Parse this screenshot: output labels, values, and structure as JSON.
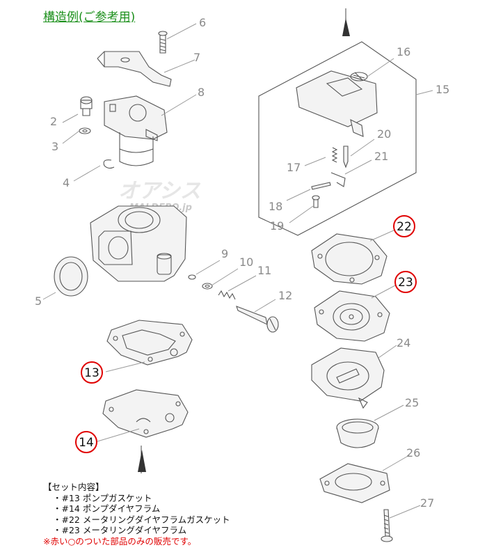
{
  "title": "構造例(ご参考用)",
  "parts": [
    "2",
    "3",
    "4",
    "5",
    "6",
    "7",
    "8",
    "9",
    "10",
    "11",
    "12",
    "13",
    "14",
    "15",
    "16",
    "17",
    "18",
    "19",
    "20",
    "21",
    "22",
    "23",
    "24",
    "25",
    "26",
    "27"
  ],
  "circled_parts": [
    "13",
    "14",
    "22",
    "23"
  ],
  "watermark": {
    "main": "オアシス",
    "sub": "MALDEPO.jp"
  },
  "set_contents": {
    "heading": "【セット内容】",
    "items": [
      "・#13 ポンプガスケット",
      "・#14 ポンプダイヤフラム",
      "・#22 メータリングダイヤフラムガスケット",
      "・#23 メータリングダイヤフラム"
    ],
    "note": "※赤い○のついた部品のみの販売です。"
  },
  "colors": {
    "title": "#1a8f1a",
    "ring": "#e00000",
    "note": "#e00000",
    "line": "#555555"
  }
}
